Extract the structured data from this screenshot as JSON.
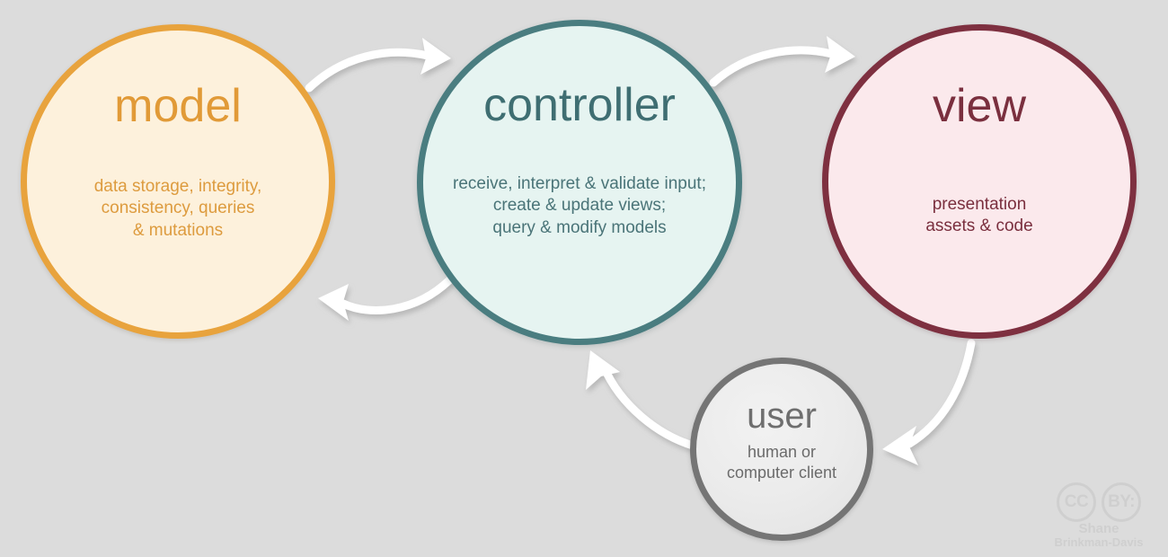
{
  "diagram": {
    "background_color": "#dcdcdc",
    "arrow_color": "#ffffff",
    "nodes": [
      {
        "id": "model",
        "title": "model",
        "description_lines": [
          "data storage, integrity,",
          "consistency, queries",
          "& mutations"
        ],
        "border_color": "#e8a33d",
        "fill_color": "#fdf1dc",
        "text_color": "#dd9b3e"
      },
      {
        "id": "controller",
        "title": "controller",
        "description_lines": [
          "receive, interpret & validate input;",
          "create & update views;",
          "query & modify models"
        ],
        "border_color": "#4a7d80",
        "fill_color": "#e6f4f1",
        "text_color": "#4a7478"
      },
      {
        "id": "view",
        "title": "view",
        "description_lines": [
          "presentation",
          "assets & code"
        ],
        "border_color": "#7e3040",
        "fill_color": "#fbe9ec",
        "text_color": "#7a2f3e"
      },
      {
        "id": "user",
        "title": "user",
        "description_lines": [
          "human or",
          "computer client"
        ],
        "border_color": "#757575",
        "fill_color": "#ebebeb",
        "text_color": "#6b6b6b"
      }
    ],
    "arrows": [
      {
        "id": "model-to-controller",
        "from": "model",
        "to": "controller"
      },
      {
        "id": "controller-to-model",
        "from": "controller",
        "to": "model"
      },
      {
        "id": "controller-to-view",
        "from": "controller",
        "to": "view"
      },
      {
        "id": "view-to-user",
        "from": "view",
        "to": "user"
      },
      {
        "id": "user-to-controller",
        "from": "user",
        "to": "controller"
      }
    ]
  },
  "credit": {
    "license_badges": [
      "CC",
      "BY:"
    ],
    "author_first_line": "Shane",
    "author_second_line": "Brinkman-Davis"
  }
}
